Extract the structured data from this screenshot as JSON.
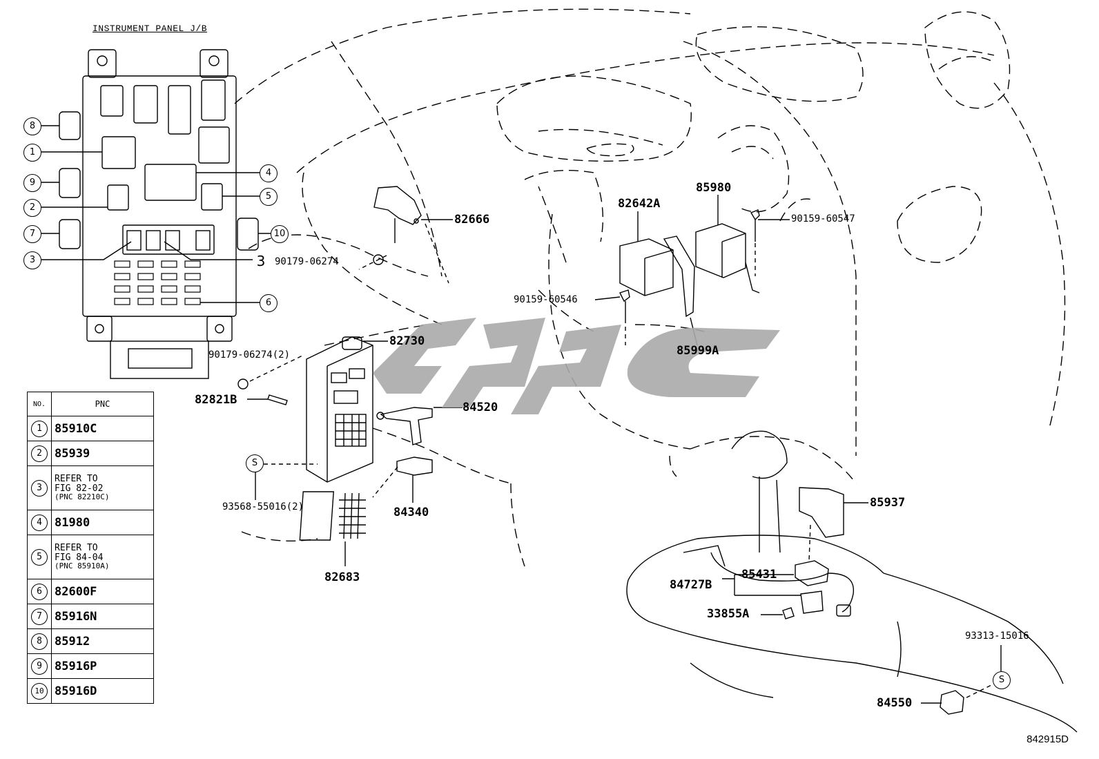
{
  "title": "INSTRUMENT PANEL J/B",
  "figure_code": "842915D",
  "table": {
    "headers": [
      "NO.",
      "PNC"
    ],
    "rows": [
      {
        "no": "1",
        "pnc": "85910C"
      },
      {
        "no": "2",
        "pnc": "85939"
      },
      {
        "no": "3",
        "ref": [
          "REFER TO",
          "FIG 82-02",
          "(PNC 82210C)"
        ]
      },
      {
        "no": "4",
        "pnc": "81980"
      },
      {
        "no": "5",
        "ref": [
          "REFER TO",
          "FIG 84-04",
          "(PNC 85910A)"
        ]
      },
      {
        "no": "6",
        "pnc": "82600F"
      },
      {
        "no": "7",
        "pnc": "85916N"
      },
      {
        "no": "8",
        "pnc": "85912"
      },
      {
        "no": "9",
        "pnc": "85916P"
      },
      {
        "no": "10",
        "pnc": "85916D"
      }
    ]
  },
  "jb_callouts": [
    "8",
    "1",
    "9",
    "2",
    "7",
    "3",
    "4",
    "5",
    "10",
    "3",
    "6"
  ],
  "s_mark": "S",
  "parts": {
    "p82666": "82666",
    "p90179a": "90179-06274",
    "p82642a": "82642A",
    "p85980": "85980",
    "p90159a": "90159-60547",
    "p90159b": "90159-60546",
    "p82730": "82730",
    "p90179b": "90179-06274(2)",
    "p85999a": "85999A",
    "p82821b": "82821B",
    "p84520": "84520",
    "p93568": "93568-55016(2)",
    "p84340": "84340",
    "p82683": "82683",
    "p85937": "85937",
    "p84727b": "84727B",
    "p85431": "85431",
    "p33855a": "33855A",
    "p93313": "93313-15016",
    "p84550": "84550"
  }
}
